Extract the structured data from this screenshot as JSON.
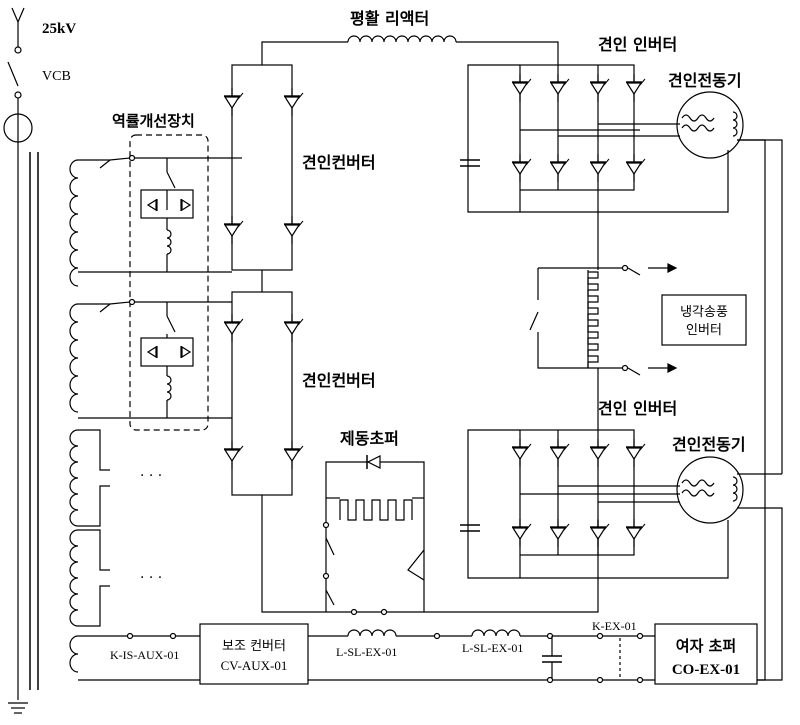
{
  "labels": {
    "voltage": "25kV",
    "vcb": "VCB",
    "pf_device": "역률개선장치",
    "converter_1": "견인컨버터",
    "converter_2": "견인컨버터",
    "smoothing_reactor": "평활 리액터",
    "inverter_1": "견인 인버터",
    "inverter_2": "견인 인버터",
    "motor_1": "견인전동기",
    "motor_2": "견인전동기",
    "brake_chopper": "제동초퍼",
    "cooling_inverter_line1": "냉각송풍",
    "cooling_inverter_line2": "인버터",
    "aux_converter_line1": "보조 컨버터",
    "aux_converter_line2": "CV-AUX-01",
    "k_is_aux": "K-IS-AUX-01",
    "l_sl_ex_1": "L-SL-EX-01",
    "l_sl_ex_2": "L-SL-EX-01",
    "k_ex": "K-EX-01",
    "exciter_chopper_line1": "여자 초퍼",
    "exciter_chopper_line2": "CO-EX-01",
    "ellipsis_1": "· · ·",
    "ellipsis_2": "· · ·"
  }
}
